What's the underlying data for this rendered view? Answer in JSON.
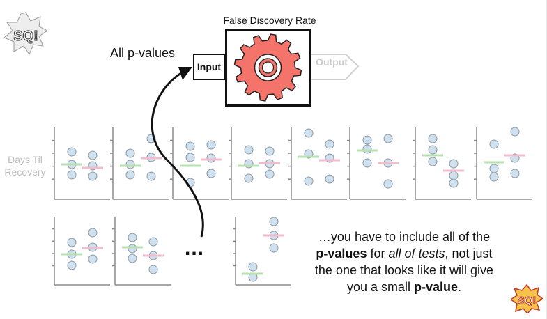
{
  "diagram": {
    "fdr_title": "False Discovery Rate",
    "all_pvalues_label": "All p-values",
    "input_label": "Input",
    "output_label": "Output",
    "ylabel_line1": "Days Til",
    "ylabel_line2": "Recovery",
    "ellipsis": "...",
    "logo_text": "SQ!",
    "colors": {
      "gear": "#f4736b",
      "dot": "#cfe1ee",
      "dot_stroke": "#8a96a2",
      "green_mean": "#b7e1b0",
      "pink_mean": "#f2bccd",
      "axis": "#8a8a8a"
    }
  },
  "caption": {
    "line1": "…you have to include all of the",
    "line2_bold": "p-values",
    "line2_mid": " for ",
    "line2_italic": "all of tests",
    "line2_end": ", not just",
    "line3": "the one that looks like it will give",
    "line4_start": "you a small ",
    "line4_bold": "p-value",
    "line4_end": "."
  }
}
